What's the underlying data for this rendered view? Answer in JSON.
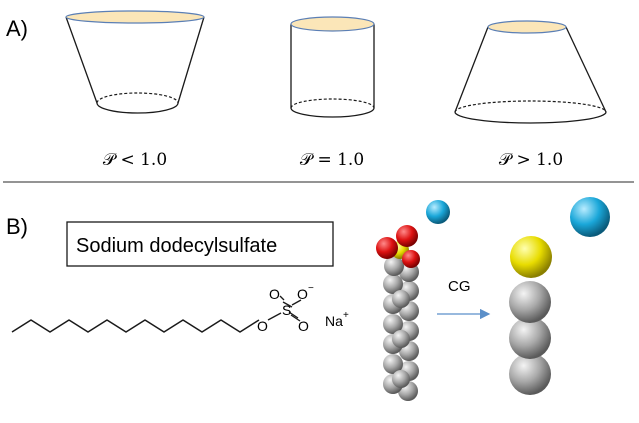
{
  "panel_a": {
    "label": "A)",
    "shapes": [
      {
        "kind": "inverted-truncated-cone",
        "caption": "𝒫 < 1.0"
      },
      {
        "kind": "cylinder",
        "caption": "𝒫 = 1.0"
      },
      {
        "kind": "truncated-cone",
        "caption": "𝒫 > 1.0"
      }
    ]
  },
  "panel_b": {
    "label": "B)",
    "molecule_name": "Sodium dodecylsulfate",
    "structure": {
      "oxygen_1": "O",
      "oxygen_minus": "O",
      "minus": "−",
      "sulfur": "S",
      "oxygen_3": "O",
      "oxygen_4": "O",
      "sodium": "Na",
      "plus": "+"
    },
    "arrow_label": "CG"
  },
  "colors": {
    "cap_fill": "#fbe6b8",
    "outline": "#1a1a1a",
    "divider": "#555555",
    "arrow": "#5b8fc9",
    "carbon": "#9a9a9a",
    "oxygen": "#d11212",
    "sulfur": "#e6d800",
    "sodium": "#1ba8d8"
  }
}
